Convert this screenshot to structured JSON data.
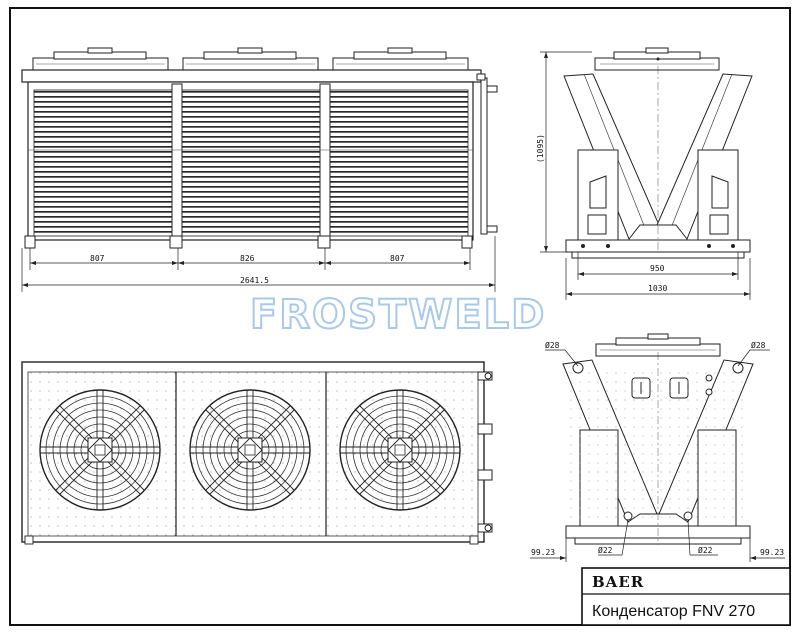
{
  "watermark": "FROSTWELD",
  "front_view": {
    "dims": [
      "807",
      "826",
      "807"
    ],
    "overall": "2641.5"
  },
  "side_view": {
    "height": "(1095)",
    "inner_width": "950",
    "outer_width": "1030"
  },
  "end_view": {
    "diam_top_left": "Ø28",
    "diam_top_right": "Ø28",
    "diam_bottom_left": "Ø22",
    "diam_bottom_right": "Ø22",
    "offset_left": "99.23",
    "offset_right": "99.23"
  },
  "title_block": {
    "brand": "BAER",
    "title": "Конденсатор FNV 270"
  }
}
